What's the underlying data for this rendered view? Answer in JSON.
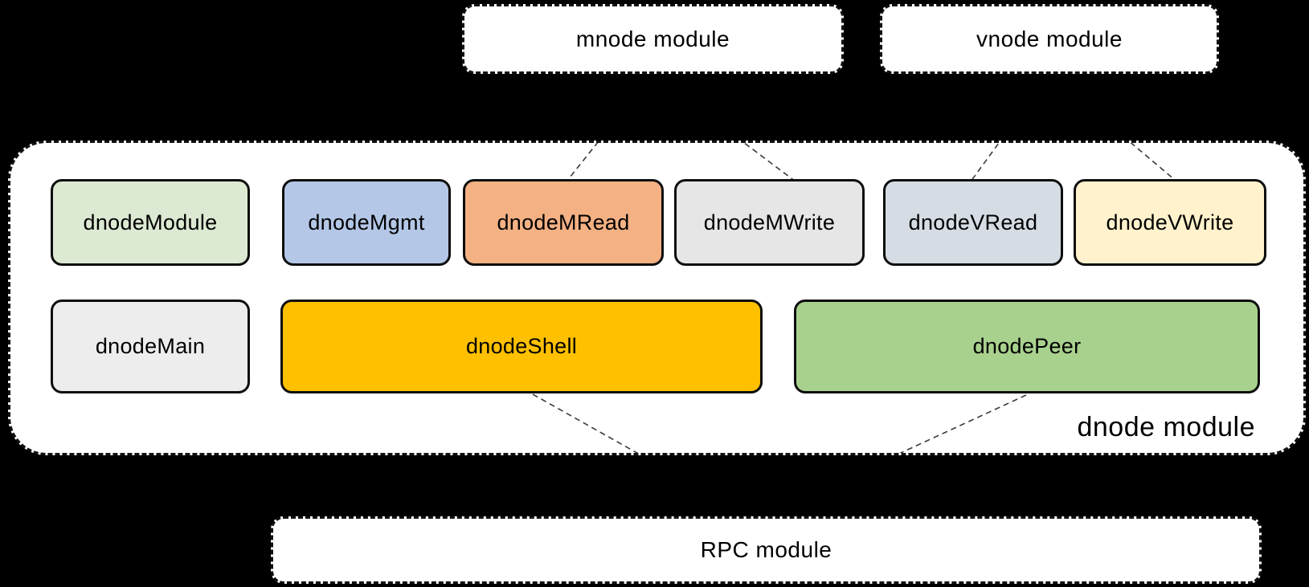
{
  "diagram": {
    "background_color": "#000000",
    "module_fill_color": "#ffffff",
    "top_modules": [
      {
        "id": "mnode",
        "label": "mnode module"
      },
      {
        "id": "vnode",
        "label": "vnode module"
      }
    ],
    "dnode_module": {
      "label": "dnode module",
      "row1": [
        {
          "id": "dnodeModule",
          "label": "dnodeModule",
          "color": "#DCE9D3"
        },
        {
          "id": "dnodeMgmt",
          "label": "dnodeMgmt",
          "color": "#B4C7E7"
        },
        {
          "id": "dnodeMRead",
          "label": "dnodeMRead",
          "color": "#F4B183"
        },
        {
          "id": "dnodeMWrite",
          "label": "dnodeMWrite",
          "color": "#E7E6E6"
        },
        {
          "id": "dnodeVRead",
          "label": "dnodeVRead",
          "color": "#D5DCE4"
        },
        {
          "id": "dnodeVWrite",
          "label": "dnodeVWrite",
          "color": "#FFF2CC"
        }
      ],
      "row2": [
        {
          "id": "dnodeMain",
          "label": "dnodeMain",
          "color": "#EDEDED"
        },
        {
          "id": "dnodeShell",
          "label": "dnodeShell",
          "color": "#FFC000"
        },
        {
          "id": "dnodePeer",
          "label": "dnodePeer",
          "color": "#A9D18E"
        }
      ]
    },
    "bottom_module": {
      "id": "rpc",
      "label": "RPC module"
    },
    "edges": [
      {
        "from": "mnode module",
        "to": "dnodeMRead",
        "style": "dashed"
      },
      {
        "from": "mnode module",
        "to": "dnodeMWrite",
        "style": "dashed"
      },
      {
        "from": "vnode module",
        "to": "dnodeVRead",
        "style": "dashed"
      },
      {
        "from": "vnode module",
        "to": "dnodeVWrite",
        "style": "dashed"
      },
      {
        "from": "dnodeShell",
        "to": "RPC module",
        "style": "dashed"
      },
      {
        "from": "dnodePeer",
        "to": "RPC module",
        "style": "dashed"
      }
    ]
  }
}
